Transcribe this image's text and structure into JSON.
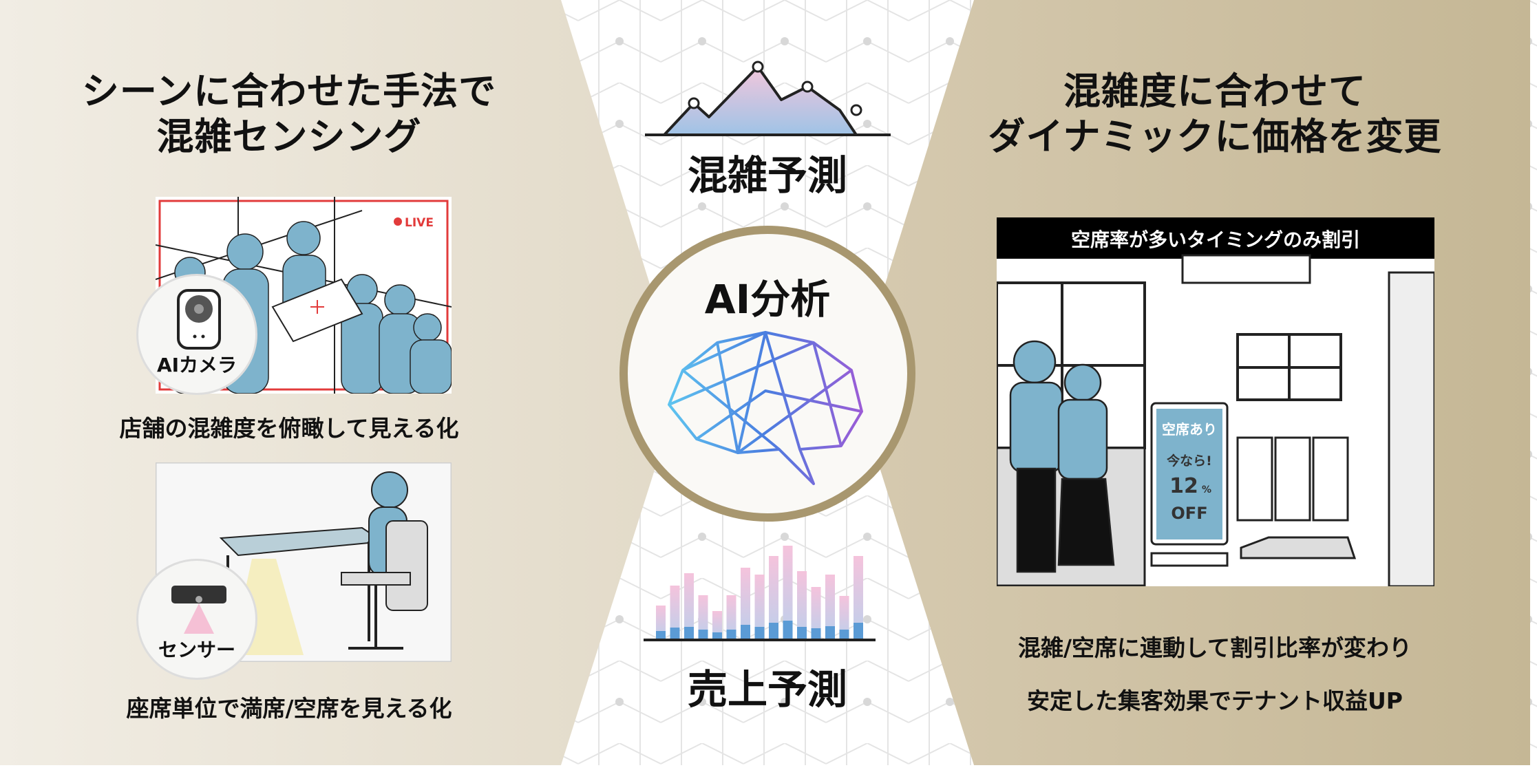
{
  "left": {
    "title_line1": "シーンに合わせた手法で",
    "title_line2": "混雑センシング",
    "camera_badge_label": "AIカメラ",
    "live_label": "LIVE",
    "camera_caption": "店舗の混雑度を俯瞰して見える化",
    "sensor_badge_label": "センサー",
    "sensor_caption": "座席単位で満席/空席を見える化"
  },
  "center": {
    "congestion_forecast": "混雑予測",
    "ai_analysis": "AI分析",
    "sales_forecast": "売上予測"
  },
  "right": {
    "title_line1": "混雑度に合わせて",
    "title_line2": "ダイナミックに価格を変更",
    "banner": "空席率が多いタイミングのみ割引",
    "sign_line1": "空席あり",
    "sign_line2": "今なら!",
    "sign_percent": "12",
    "sign_percent_unit": "%",
    "sign_off": "OFF",
    "caption_line1": "混雑/空席に連動して割引比率が変わり",
    "caption_line2": "安定した集客効果でテナント収益UP"
  },
  "colors": {
    "left_panel": "#ece6da",
    "right_panel": "#c8bb9c",
    "gold_ring": "#a8976f",
    "figure_blue": "#7eb3cc",
    "bar_pink": "#f2c6dc",
    "bar_blue": "#5b9bd5"
  }
}
